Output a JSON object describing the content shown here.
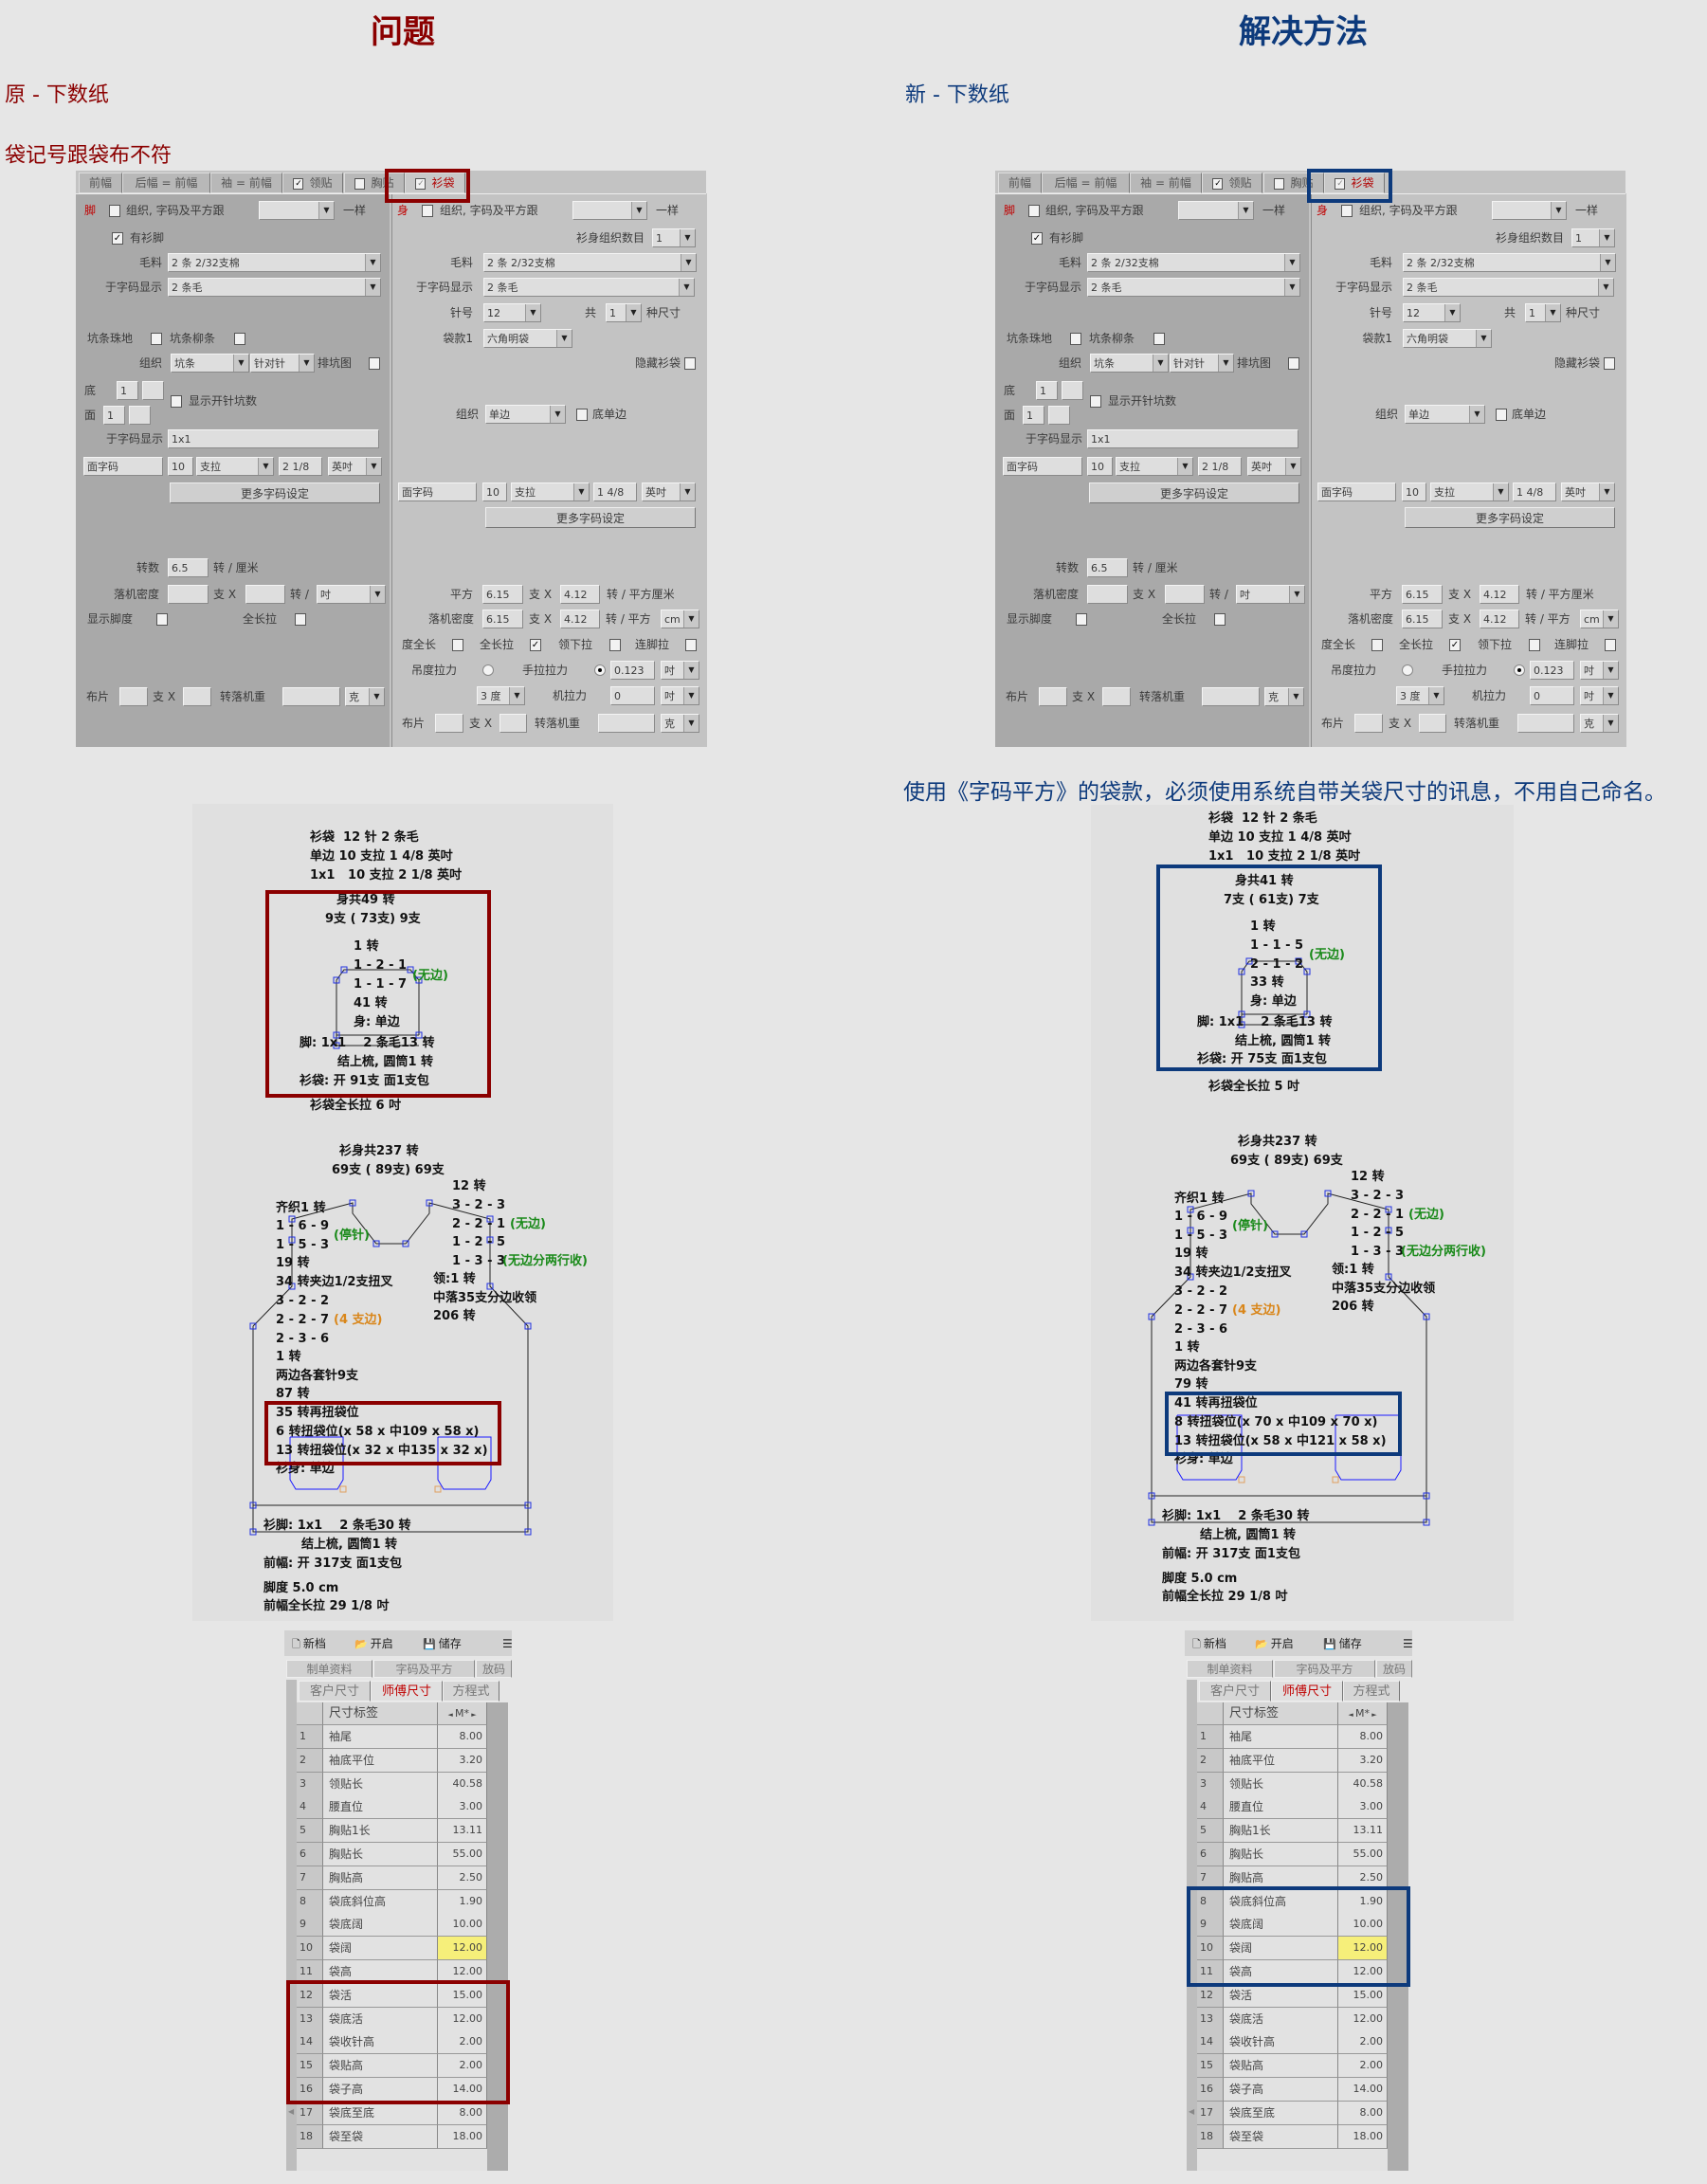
{
  "colors": {
    "problem": "#8b0000",
    "solution": "#0d3a7c",
    "green_note": "#1a8a1a",
    "orange_note": "#d9861a",
    "highlight_cell": "#f6ef7a"
  },
  "left": {
    "title": "问题",
    "subtitle": "原 - 下数纸",
    "note": "袋记号跟袋布不符",
    "diagram": {
      "lines": [
        {
          "text": "衫袋  12 针 2 条毛"
        },
        {
          "text": "单边 10 支拉 1 4/8 英吋"
        },
        {
          "text": "1x1   10 支拉 2 1/8 英吋"
        },
        {
          "text": "身共49 转"
        },
        {
          "text": "9支 ( 73支) 9支"
        },
        {
          "text": "1 转"
        },
        {
          "text": "1 - 2 - 1"
        },
        {
          "text": "(无边)",
          "tone": "green"
        },
        {
          "text": "1 - 1 - 7"
        },
        {
          "text": "41 转"
        },
        {
          "text": "身: 单边"
        },
        {
          "text": "脚: 1x1    2 条毛13 转"
        },
        {
          "text": "结上梳, 圆筒1 转"
        },
        {
          "text": "衫袋: 开 91支 面1支包"
        },
        {
          "text": "衫袋全长拉 6 吋"
        },
        {
          "text": "衫身共237 转"
        },
        {
          "text": "69支 ( 89支) 69支"
        },
        {
          "text": "12 转"
        },
        {
          "text": "齐织1 转"
        },
        {
          "text": "3 - 2 - 3"
        },
        {
          "text": "1 - 6 - 9"
        },
        {
          "text": "2 - 2 - 1"
        },
        {
          "text": "(无边)",
          "tone": "green"
        },
        {
          "text": "(停针)",
          "tone": "green"
        },
        {
          "text": "1 - 5 - 3"
        },
        {
          "text": "1 - 2 - 5"
        },
        {
          "text": "1 - 3 - 3"
        },
        {
          "text": "(无边分两行收)",
          "tone": "green"
        },
        {
          "text": "19 转"
        },
        {
          "text": "领:1 转"
        },
        {
          "text": "34 转夹边1/2支扭叉"
        },
        {
          "text": "中落35支分边收领"
        },
        {
          "text": "3 - 2 - 2"
        },
        {
          "text": "206 转"
        },
        {
          "text": "2 - 2 - 7"
        },
        {
          "text": "(4 支边)",
          "tone": "orange"
        },
        {
          "text": "2 - 3 - 6"
        },
        {
          "text": "1 转"
        },
        {
          "text": "两边各套针9支"
        },
        {
          "text": "87 转"
        },
        {
          "text": "35 转再扭袋位"
        },
        {
          "text": "6 转扭袋位(x 58 x 中109 x 58 x)"
        },
        {
          "text": "13 转扭袋位(x 32 x 中135 x 32 x)"
        },
        {
          "text": "衫身: 单边"
        },
        {
          "text": "衫脚: 1x1    2 条毛30 转"
        },
        {
          "text": "结上梳, 圆筒1 转"
        },
        {
          "text": "前幅: 开 317支 面1支包"
        },
        {
          "text": "脚度 5.0 cm"
        },
        {
          "text": "前幅全长拉 29 1/8 吋"
        }
      ]
    },
    "table_highlight_rows": [
      12,
      16
    ]
  },
  "right": {
    "title": "解决方法",
    "subtitle": "新 - 下数纸",
    "caption": "使用《字码平方》的袋款，必须使用系统自带关袋尺寸的讯息，不用自己命名。",
    "diagram": {
      "lines": [
        {
          "text": "衫袋  12 针 2 条毛"
        },
        {
          "text": "单边 10 支拉 1 4/8 英吋"
        },
        {
          "text": "1x1   10 支拉 2 1/8 英吋"
        },
        {
          "text": "身共41 转"
        },
        {
          "text": "7支 ( 61支) 7支"
        },
        {
          "text": "1 转"
        },
        {
          "text": "1 - 1 - 5"
        },
        {
          "text": "(无边)",
          "tone": "green"
        },
        {
          "text": "2 - 1 - 2"
        },
        {
          "text": "33 转"
        },
        {
          "text": "身: 单边"
        },
        {
          "text": "脚: 1x1    2 条毛13 转"
        },
        {
          "text": "结上梳, 圆筒1 转"
        },
        {
          "text": "衫袋: 开 75支 面1支包"
        },
        {
          "text": "衫袋全长拉 5 吋"
        },
        {
          "text": "衫身共237 转"
        },
        {
          "text": "69支 ( 89支) 69支"
        },
        {
          "text": "12 转"
        },
        {
          "text": "齐织1 转"
        },
        {
          "text": "3 - 2 - 3"
        },
        {
          "text": "1 - 6 - 9"
        },
        {
          "text": "2 - 2 - 1"
        },
        {
          "text": "(无边)",
          "tone": "green"
        },
        {
          "text": "(停针)",
          "tone": "green"
        },
        {
          "text": "1 - 5 - 3"
        },
        {
          "text": "1 - 2 - 5"
        },
        {
          "text": "1 - 3 - 3"
        },
        {
          "text": "(无边分两行收)",
          "tone": "green"
        },
        {
          "text": "19 转"
        },
        {
          "text": "领:1 转"
        },
        {
          "text": "34 转夹边1/2支扭叉"
        },
        {
          "text": "中落35支分边收领"
        },
        {
          "text": "3 - 2 - 2"
        },
        {
          "text": "206 转"
        },
        {
          "text": "2 - 2 - 7"
        },
        {
          "text": "(4 支边)",
          "tone": "orange"
        },
        {
          "text": "2 - 3 - 6"
        },
        {
          "text": "1 转"
        },
        {
          "text": "两边各套针9支"
        },
        {
          "text": "79 转"
        },
        {
          "text": "41 转再扭袋位"
        },
        {
          "text": "8 转扭袋位(x 70 x 中109 x 70 x)"
        },
        {
          "text": "13 转扭袋位(x 58 x 中121 x 58 x)"
        },
        {
          "text": "衫身: 单边"
        },
        {
          "text": "衫脚: 1x1    2 条毛30 转"
        },
        {
          "text": "结上梳, 圆筒1 转"
        },
        {
          "text": "前幅: 开 317支 面1支包"
        },
        {
          "text": "脚度 5.0 cm"
        },
        {
          "text": "前幅全长拉 29 1/8 吋"
        }
      ]
    },
    "table_highlight_rows": [
      8,
      11
    ]
  },
  "dialog": {
    "tabs": [
      {
        "label": "前幅"
      },
      {
        "label": "后幅 = 前幅"
      },
      {
        "label": "袖 = 前幅"
      },
      {
        "label": "领贴",
        "checked": true
      },
      {
        "label": "胸贴",
        "checked": false
      },
      {
        "label": "衫袋",
        "checked": true,
        "active": true
      }
    ],
    "foot": {
      "section": "脚",
      "same_as_checked": false,
      "same_as_label": "组织, 字码及平方跟",
      "same_as_value": "",
      "same_suffix": "一样",
      "has_hem_checked": true,
      "has_hem": "有衫脚",
      "yarn_label": "毛料",
      "yarn": "2 条 2/32支棉",
      "display_label": "于字码显示",
      "display": "2 条毛",
      "rib_label1": "坑条珠地",
      "rib1_checked": false,
      "rib_label2": "坑条柳条",
      "rib2_checked": false,
      "stitch_label": "组织",
      "stitch": "坑条",
      "stitch2": "针对针",
      "rib_chart": "排坑图",
      "rib_chart_checked": false,
      "bottom_label": "底",
      "bottom": "1",
      "bottom2": "",
      "face_label": "面",
      "face": "1",
      "face2": "",
      "show_needles_checked": false,
      "show_needles": "显示开针坑数",
      "display2_label": "于字码显示",
      "display2": "1x1",
      "gauge_label": "面字码",
      "gauge_n": "10",
      "gauge_unit": "支拉",
      "gauge_len": "2 1/8",
      "gauge_len_unit": "英吋",
      "more": "更多字码设定",
      "rows_label": "转数",
      "rows": "6.5",
      "rows_unit": "转 / 厘米",
      "density_label": "落机密度",
      "density_w": "",
      "x_label": "支 X",
      "density_h": "",
      "density_unit": "转 /",
      "density_unit_sel": "吋",
      "show_len": "显示脚度",
      "show_len_checked": false,
      "full_pull": "全长拉",
      "full_pull_checked": false,
      "piece_label": "布片",
      "piece_w": "",
      "piece_h": "",
      "weight_label": "转落机重",
      "weight": "",
      "weight_unit": "克"
    },
    "body": {
      "section": "身",
      "same_as_checked": false,
      "same_as_label": "组织, 字码及平方跟",
      "same_as_value": "",
      "same_suffix": "一样",
      "pieces_label": "衫身组织数目",
      "pieces": "1",
      "yarn_label": "毛料",
      "yarn": "2 条 2/32支棉",
      "display_label": "于字码显示",
      "display": "2 条毛",
      "needle_label": "针号",
      "needle": "12",
      "total_label": "共",
      "sizes": "1",
      "sizes_suffix": "种尺寸",
      "pocket_style_label": "袋款1",
      "pocket_style": "六角明袋",
      "hide_pocket": "隐藏衫袋",
      "hide_pocket_checked": false,
      "stitch_label": "组织",
      "stitch": "单边",
      "bottom_single_checked": false,
      "bottom_single": "底单边",
      "gauge_label": "面字码",
      "gauge_n": "10",
      "gauge_unit": "支拉",
      "gauge_len": "1 4/8",
      "gauge_len_unit": "英吋",
      "more": "更多字码设定",
      "square_label": "平方",
      "square_w": "6.15",
      "x_label": "支 X",
      "square_h": "4.12",
      "square_unit": "转 / 平方厘米",
      "density_label": "落机密度",
      "density_w": "6.15",
      "density_h": "4.12",
      "density_unit": "转 / 平方",
      "density_unit_sel": "cm",
      "full_len": "度全长",
      "full_len_checked": false,
      "full_pull": "全长拉",
      "full_pull_checked": true,
      "neck_pull": "领下拉",
      "neck_pull_checked": false,
      "hem_pull": "连脚拉",
      "hem_pull_checked": false,
      "drop_tension": "吊度拉力",
      "drop_tension_selected": false,
      "hand_tension": "手拉拉力",
      "hand_tension_selected": true,
      "hand_tension_value": "0.123",
      "hand_tension_unit": "吋",
      "degree": "3 度",
      "machine_tension": "机拉力",
      "machine_tension_value": "0",
      "machine_tension_unit": "吋",
      "piece_label": "布片",
      "piece_w": "",
      "piece_h": "",
      "weight_label": "转落机重",
      "weight": "",
      "weight_unit": "克"
    }
  },
  "table": {
    "toolbar": [
      {
        "label": "新档",
        "icon": "new-file-icon"
      },
      {
        "label": "开启",
        "icon": "open-folder-icon"
      },
      {
        "label": "储存",
        "icon": "save-disk-icon"
      }
    ],
    "menu_icon": "☰",
    "tabs": [
      "制单资料",
      "字码及平方",
      "放码"
    ],
    "subtabs": [
      "客户尺寸",
      "师傅尺寸",
      "方程式"
    ],
    "active_subtab": 1,
    "header": {
      "label": "尺寸标签",
      "unit": "M*"
    },
    "rows": [
      {
        "n": "1",
        "label": "袖尾",
        "value": "8.00"
      },
      {
        "n": "2",
        "label": "袖底平位",
        "value": "3.20"
      },
      {
        "n": "3",
        "label": "领贴长",
        "value": "40.58"
      },
      {
        "n": "4",
        "label": "腰直位",
        "value": "3.00"
      },
      {
        "n": "5",
        "label": "胸贴1长",
        "value": "13.11"
      },
      {
        "n": "6",
        "label": "胸贴长",
        "value": "55.00"
      },
      {
        "n": "7",
        "label": "胸贴高",
        "value": "2.50"
      },
      {
        "n": "8",
        "label": "袋底斜位高",
        "value": "1.90"
      },
      {
        "n": "9",
        "label": "袋底阔",
        "value": "10.00"
      },
      {
        "n": "10",
        "label": "袋阔",
        "value": "12.00",
        "highlight": true
      },
      {
        "n": "11",
        "label": "袋高",
        "value": "12.00"
      },
      {
        "n": "12",
        "label": "袋活",
        "value": "15.00"
      },
      {
        "n": "13",
        "label": "袋底活",
        "value": "12.00"
      },
      {
        "n": "14",
        "label": "袋收针高",
        "value": "2.00"
      },
      {
        "n": "15",
        "label": "袋贴高",
        "value": "2.00"
      },
      {
        "n": "16",
        "label": "袋子高",
        "value": "14.00"
      },
      {
        "n": "17",
        "label": "袋底至底",
        "value": "8.00"
      },
      {
        "n": "18",
        "label": "袋至袋",
        "value": "18.00"
      }
    ]
  }
}
